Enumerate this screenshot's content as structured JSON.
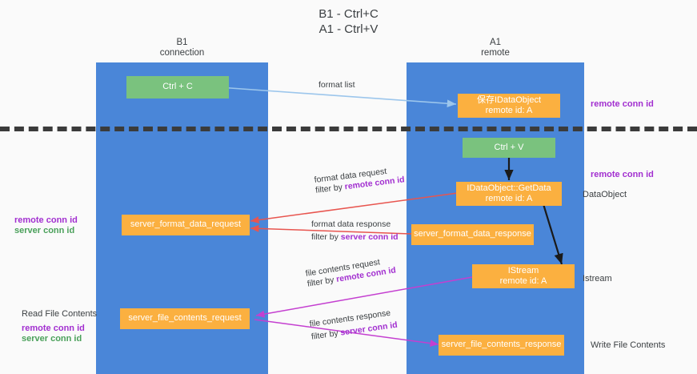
{
  "title": {
    "line1": "B1 - Ctrl+C",
    "line2": "A1 - Ctrl+V"
  },
  "columns": [
    {
      "id": "b1",
      "name": "B1",
      "sub": "connection"
    },
    {
      "id": "a1",
      "name": "A1",
      "sub": "remote"
    }
  ],
  "nodes": {
    "ctrl_c": "Ctrl + C",
    "ctrl_v": "Ctrl + V",
    "idataobject_save_l1": "保存IDataObject",
    "idataobject_save_l2": "remote id: A",
    "getdata_l1": "IDataObject::GetData",
    "getdata_l2": "remote id: A",
    "istream_l1": "IStream",
    "istream_l2": "remote id: A",
    "server_format_data_request": "server_format_data_request",
    "server_format_data_response": "server_format_data_response",
    "server_file_contents_request": "server_file_contents_request",
    "server_file_contents_response": "server_file_contents_response"
  },
  "edges": {
    "format_list": "format list",
    "format_data_request_l1": "format data request",
    "format_data_request_l2_pre": "filter by ",
    "format_data_request_l2_key": "remote conn id",
    "format_data_response_l1": "format data response",
    "format_data_response_l2_pre": "filter by ",
    "format_data_response_l2_key": "server conn id",
    "file_contents_request_l1": "file contents request",
    "file_contents_request_l2_pre": "filter by ",
    "file_contents_request_l2_key": "remote conn id",
    "file_contents_response_l1": "file contents response",
    "file_contents_response_l2_pre": "filter by ",
    "file_contents_response_l2_key": "server conn id"
  },
  "annotations": {
    "right_remote_conn_id_top": "remote conn id",
    "right_remote_conn_id_mid": "remote conn id",
    "right_dataobject": "DataObject",
    "right_istream": "Istream",
    "right_write_file_contents": "Write File Contents",
    "left_remote_conn_id_1": "remote conn id",
    "left_server_conn_id_1": "server conn id",
    "left_read_file_contents": "Read File Contents",
    "left_remote_conn_id_2": "remote conn id",
    "left_server_conn_id_2": "server conn id"
  },
  "colors": {
    "lane": "#4a86d8",
    "node_green": "#7ac27e",
    "node_orange": "#fbb040",
    "accent_purple": "#a22fd0",
    "accent_green": "#4aa05a",
    "arrow_light_blue": "#9cc6ec",
    "arrow_red": "#e8554f",
    "arrow_magenta": "#c43fd0",
    "arrow_black": "#1a1a1a",
    "divider": "#3b3b3b",
    "background": "#fafafa"
  }
}
